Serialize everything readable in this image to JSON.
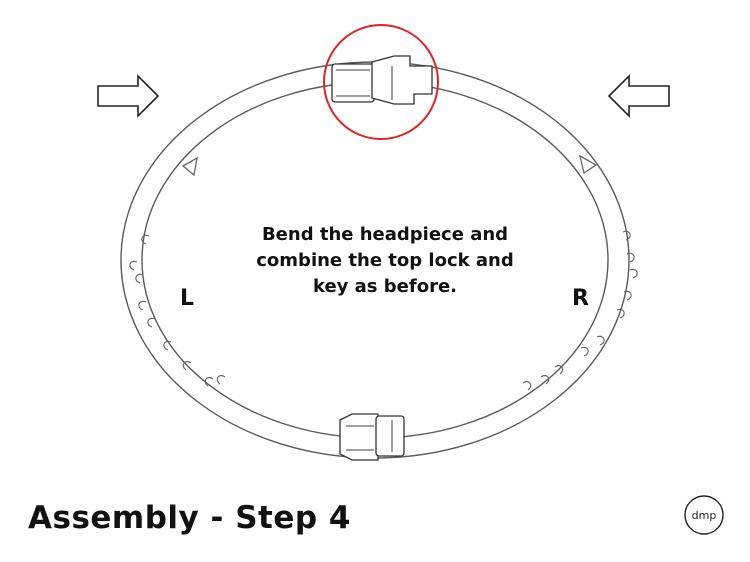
{
  "instruction_text": "Bend the headpiece and\ncombine the top lock and\nkey as before.",
  "side_labels": {
    "left": "L",
    "right": "R"
  },
  "footer": {
    "title": "Assembly - Step 4"
  },
  "logo": {
    "text": "dmp"
  },
  "icons": {
    "left_arrow": "arrow-right-outline-icon",
    "right_arrow": "arrow-left-outline-icon",
    "corner_logo": "dmp-logo-icon"
  },
  "colors": {
    "highlight": "#e32222",
    "line": "#555555",
    "text": "#111111"
  }
}
